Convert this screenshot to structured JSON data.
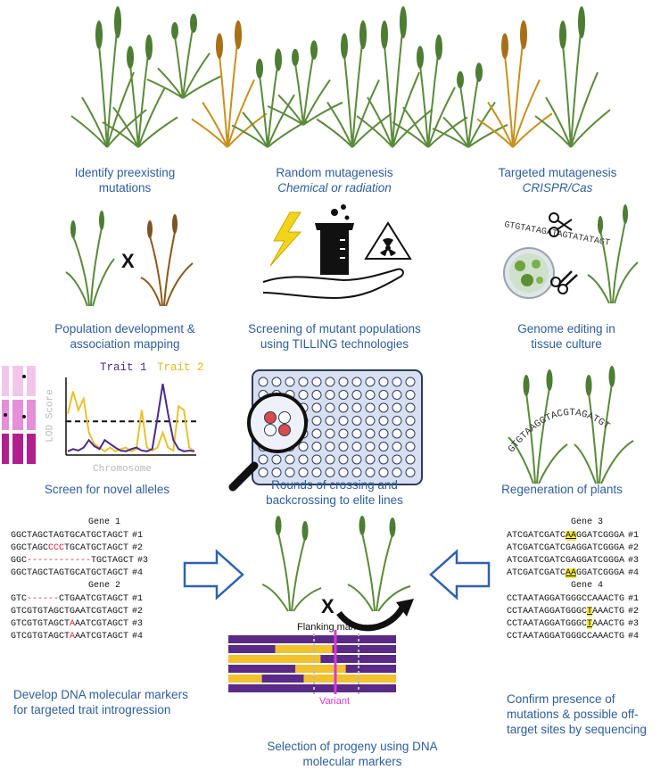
{
  "captions": {
    "identify": "Identify preexisting mutations",
    "identify_l1": "Identify preexisting",
    "identify_l2": "mutations",
    "random_l1": "Random mutagenesis",
    "random_l2": "Chemical or radiation",
    "targeted_l1": "Targeted mutagenesis",
    "targeted_l2": "CRISPR/Cas",
    "population_l1": "Population development &",
    "population_l2": "association mapping",
    "screening_l1": "Screening of mutant populations",
    "screening_l2": "using TILLING technologies",
    "genome_l1": "Genome editing in",
    "genome_l2": "tissue culture",
    "novel": "Screen for novel alleles",
    "rounds_l1": "Rounds of crossing and",
    "rounds_l2": "backcrossing to elite lines",
    "regen": "Regeneration of plants",
    "develop_l1": "Develop DNA molecular markers",
    "develop_l2": "for targeted trait introgression",
    "confirm_l1": "Confirm presence of",
    "confirm_l2": "mutations & possible off-",
    "confirm_l3": "target sites by sequencing",
    "selection_l1": "Selection of progeny using DNA",
    "selection_l2": "molecular markers"
  },
  "lod_plot": {
    "trait1": "Trait 1",
    "trait2": "Trait 2",
    "ylabel": "LOD Score",
    "xlabel": "Chromosome",
    "trait1_color": "#4b2a8c",
    "trait2_color": "#e7c22c",
    "trait1_y": [
      0.05,
      0.08,
      0.06,
      0.1,
      0.2,
      0.12,
      0.08,
      0.2,
      0.15,
      0.1,
      0.06,
      0.05,
      0.08,
      0.1,
      0.06,
      0.05,
      0.08,
      0.5,
      0.95,
      0.55,
      0.2,
      0.08,
      0.05,
      0.06,
      0.05
    ],
    "trait2_y": [
      0.55,
      0.85,
      0.6,
      0.75,
      0.3,
      0.15,
      0.1,
      0.05,
      0.1,
      0.05,
      0.08,
      0.1,
      0.05,
      0.08,
      0.6,
      0.1,
      0.06,
      0.1,
      0.3,
      0.1,
      0.06,
      0.65,
      0.6,
      0.1,
      0.05
    ],
    "threshold": 0.45
  },
  "gene1": {
    "label": "Gene 1",
    "rows": [
      {
        "pre": "GGCTAGCTAGTGCATGCTAGCT",
        "mid": "",
        "post": "",
        "num": "#1"
      },
      {
        "pre": "GGCTAGC",
        "mid": "CCC",
        "post": "TGCATGCTAGCT",
        "num": "#2"
      },
      {
        "pre": "GGC",
        "mid": "------------",
        "post": "TGCTAGCT",
        "num": "#3"
      },
      {
        "pre": "GGCTAGCTAGTGCATGCTAGCT",
        "mid": "",
        "post": "",
        "num": "#4"
      }
    ]
  },
  "gene2": {
    "label": "Gene 2",
    "rows": [
      {
        "pre": "GTC",
        "mid": "------",
        "post": "CTGAATCGTAGCT",
        "num": "#1"
      },
      {
        "pre": "GTCGTGTAGCTGAATCGTAGCT",
        "mid": "",
        "post": "",
        "num": "#2"
      },
      {
        "pre": "GTCGTGTAGCT",
        "mid": "A",
        "post": "AATCGTAGCT",
        "num": "#3"
      },
      {
        "pre": "GTCGTGTAGCT",
        "mid": "A",
        "post": "AATCGTAGCT",
        "num": "#4"
      }
    ]
  },
  "gene3": {
    "label": "Gene 3",
    "rows": [
      {
        "pre": "ATCGATCGATC",
        "mid": "AA",
        "post": "GGATCGGGA",
        "num": "#1"
      },
      {
        "pre": "ATCGATCGATCGAGGATCGGGA",
        "mid": "",
        "post": "",
        "num": "#2"
      },
      {
        "pre": "ATCGATCGATCGAGGATCGGGA",
        "mid": "",
        "post": "",
        "num": "#3"
      },
      {
        "pre": "ATCGATCGATC",
        "mid": "AA",
        "post": "GGATCGGGA",
        "num": "#4"
      }
    ]
  },
  "gene4": {
    "label": "Gene 4",
    "rows": [
      {
        "pre": "CCTAATAGGATGGGCCAAACTG",
        "mid": "",
        "post": "",
        "num": "#1"
      },
      {
        "pre": "CCTAATAGGATGGGC",
        "mid": "T",
        "post": "AAACTG",
        "num": "#2"
      },
      {
        "pre": "CCTAATAGGATGGGC",
        "mid": "T",
        "post": "AAACTG",
        "num": "#3"
      },
      {
        "pre": "CCTAATAGGATGGGCCAAACTG",
        "mid": "",
        "post": "",
        "num": "#4"
      }
    ]
  },
  "markers": {
    "flanking": "Flanking markers",
    "variant": "Variant",
    "purple": "#5b2a86",
    "yellow": "#f2c12e",
    "magenta": "#d63ad6"
  },
  "crispr_seq_top": "GTGTATAGATAGTATATAGT",
  "regen_seq": "GTGTAAGGTACGTAGATGT",
  "cross_symbol": "X",
  "colors": {
    "caption": "#2e5d9e",
    "plant_green": "#5a8a3a",
    "plant_dark": "#3f6b2a",
    "plant_brown": "#8a5a1c",
    "arrow_blue": "#2d62b0",
    "plate": "#c8d3ea"
  }
}
